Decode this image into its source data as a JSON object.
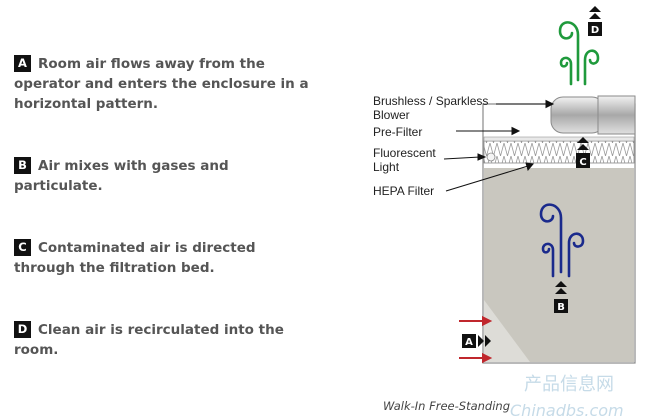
{
  "steps": [
    {
      "letter": "A",
      "text": "Room air flows away from the operator and enters the enclosure in a horizontal pattern."
    },
    {
      "letter": "B",
      "text": "Air mixes with gases and particulate."
    },
    {
      "letter": "C",
      "text": "Contaminated air is directed through the filtration bed."
    },
    {
      "letter": "D",
      "text": "Clean air is recirculated into the room."
    }
  ],
  "labels": {
    "blower_1": "Brushless / Sparkless",
    "blower_2": "Blower",
    "prefilter": "Pre-Filter",
    "light_1": "Fluorescent",
    "light_2": "Light",
    "hepa": "HEPA Filter"
  },
  "markers": {
    "a": "A",
    "b": "B",
    "c": "C",
    "d": "D"
  },
  "caption": "Walk-In Free-Standing",
  "watermark": {
    "line1": "产品信息网",
    "line2": "Chinadbs.com"
  },
  "colors": {
    "clean_air": "#1f9a3c",
    "contaminated_air": "#1a2a8c",
    "room_air": "#c0272d",
    "cabinet": "#c9c7bf"
  }
}
